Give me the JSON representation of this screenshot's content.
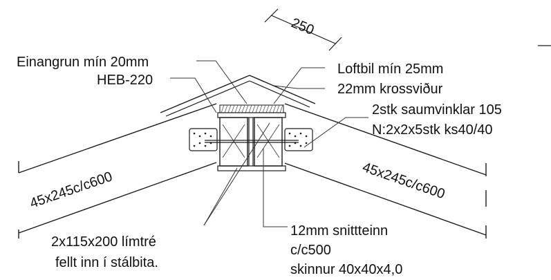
{
  "dimension": "250",
  "labels": {
    "insulation": "Einangrun mín 20mm",
    "steel_beam": "HEB-220",
    "air_gap": "Loftbil mín 25mm",
    "plywood": "22mm krossviður",
    "brackets_line1": "2stk saumvinklar 105",
    "brackets_line2": "N:2x2x5stk ks40/40",
    "rafter_left": "45x245c/c600",
    "rafter_right": "45x245c/c600",
    "glulam_line1": "2x115x200 límtré",
    "glulam_line2": "fellt inn í stálbita.",
    "rod_line1": "12mm snittteinn",
    "rod_line2": "c/c500",
    "rod_line3": "skinnur 40x40x4,0"
  }
}
